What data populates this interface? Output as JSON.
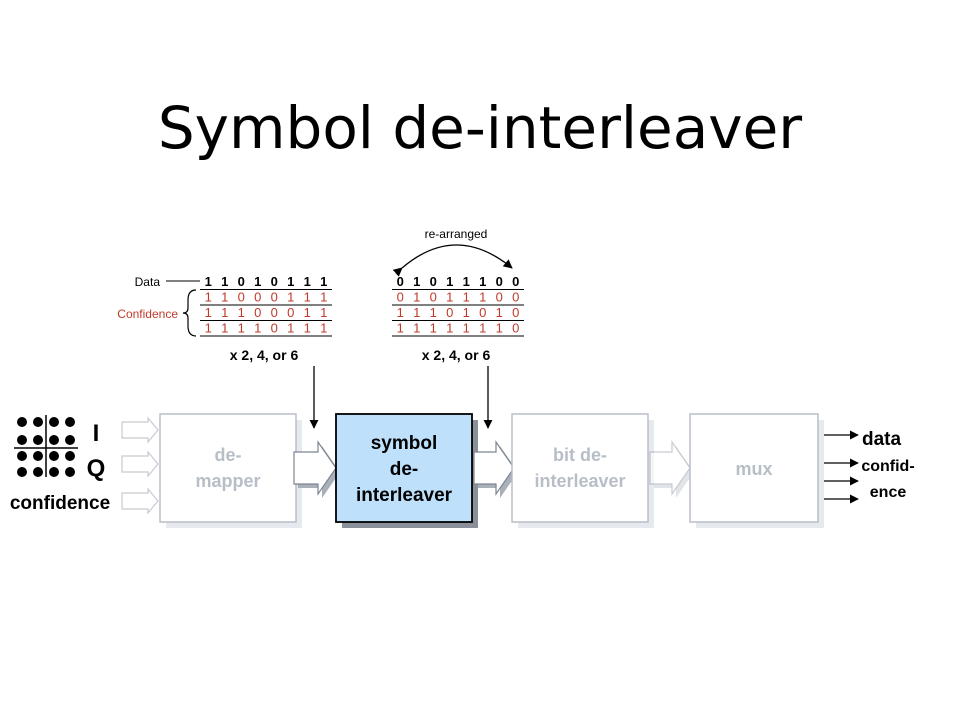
{
  "title": "Symbol de-interleaver",
  "left_table": {
    "data_label": "Data",
    "confidence_label": "Confidence",
    "data_row": [
      "1",
      "1",
      "0",
      "1",
      "0",
      "1",
      "1",
      "1"
    ],
    "confidence_rows": [
      [
        "1",
        "1",
        "0",
        "0",
        "0",
        "1",
        "1",
        "1"
      ],
      [
        "1",
        "1",
        "1",
        "0",
        "0",
        "0",
        "1",
        "1"
      ],
      [
        "1",
        "1",
        "1",
        "1",
        "0",
        "1",
        "1",
        "1"
      ]
    ],
    "multiplier": "x 2, 4, or 6"
  },
  "right_table": {
    "rearranged_label": "re-arranged",
    "data_row": [
      "0",
      "1",
      "0",
      "1",
      "1",
      "1",
      "0",
      "0"
    ],
    "confidence_rows": [
      [
        "0",
        "1",
        "0",
        "1",
        "1",
        "1",
        "0",
        "0"
      ],
      [
        "1",
        "1",
        "1",
        "0",
        "1",
        "0",
        "1",
        "0"
      ],
      [
        "1",
        "1",
        "1",
        "1",
        "1",
        "1",
        "1",
        "0"
      ]
    ],
    "multiplier": "x 2, 4, or 6"
  },
  "inputs": {
    "i_label": "I",
    "q_label": "Q",
    "confidence_label": "confidence"
  },
  "blocks": {
    "demapper": [
      "de-",
      "mapper"
    ],
    "symbol_deinterleaver": [
      "symbol",
      "de-",
      "interleaver"
    ],
    "bit_deinterleaver": [
      "bit de-",
      "interleaver"
    ],
    "mux": [
      "mux"
    ]
  },
  "outputs": {
    "data_label": "data",
    "confidence_label": [
      "confid-",
      "ence"
    ]
  },
  "colors": {
    "active_block_fill": "#bfe0fb",
    "faded_text": "#b8bec8",
    "confidence_red": "#c0392b"
  }
}
